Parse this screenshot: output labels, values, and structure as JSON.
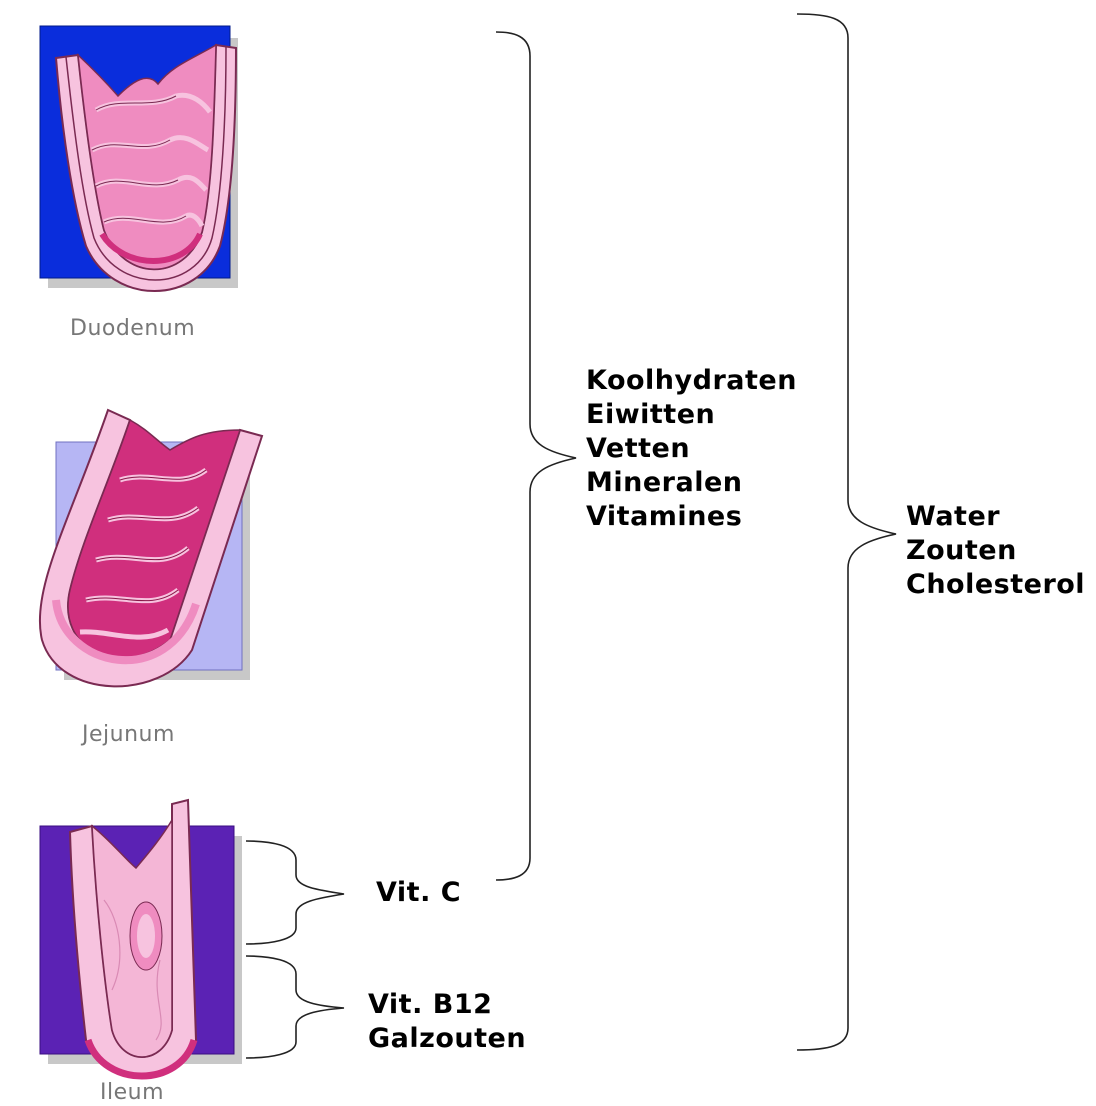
{
  "segments": [
    {
      "caption": "Duodenum",
      "background_color": "#0a2ddc"
    },
    {
      "caption": "Jejunum",
      "background_color": "#b6b6f4"
    },
    {
      "caption": "Ileum",
      "background_color": "#5b22b4"
    }
  ],
  "absorption_groups": {
    "vit_c": [
      "Vit. C"
    ],
    "vit_b12_galzouten": [
      "Vit. B12",
      "Galzouten"
    ],
    "nutrients": [
      "Koolhydraten",
      "Eiwitten",
      "Vetten",
      "Mineralen",
      "Vitamines"
    ],
    "water_salts": [
      "Water",
      "Zouten",
      "Cholesterol"
    ]
  },
  "colors": {
    "tissue_light": "#f7c3df",
    "tissue_mid": "#ef8cc0",
    "tissue_dark": "#d02f7d",
    "outline": "#7a2a52",
    "shadow": "#c8c8c8"
  }
}
